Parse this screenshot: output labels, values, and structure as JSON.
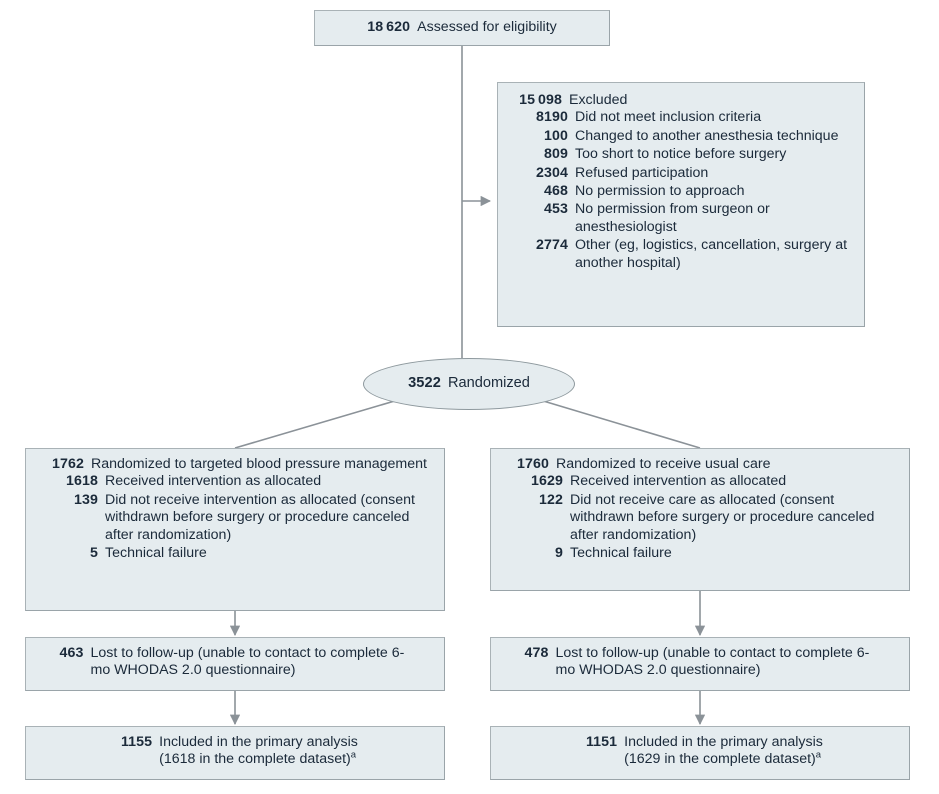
{
  "figure": {
    "type": "consort-flow-diagram",
    "title": "",
    "colors": {
      "box_fill": "#e5ecef",
      "box_border": "#a9b2b6",
      "connector": "#8b9298",
      "text": "#1b2a3a"
    }
  },
  "nodes": {
    "assessed": {
      "id": "assessed-for-eligibility",
      "number": "18 620",
      "label": "Assessed for eligibility"
    },
    "excluded": {
      "id": "excluded",
      "number": "15 098",
      "label": "Excluded",
      "reasons": [
        {
          "number": "8190",
          "label": "Did not meet inclusion criteria"
        },
        {
          "number": "100",
          "label": "Changed to another anesthesia technique"
        },
        {
          "number": "809",
          "label": "Too short to notice before surgery"
        },
        {
          "number": "2304",
          "label": "Refused participation"
        },
        {
          "number": "468",
          "label": "No permission to approach"
        },
        {
          "number": "453",
          "label": "No permission from surgeon or anesthesiologist"
        },
        {
          "number": "2774",
          "label": "Other (eg, logistics, cancellation, surgery at another hospital)"
        }
      ]
    },
    "randomized": {
      "id": "randomized",
      "number": "3522",
      "label": "Randomized"
    },
    "arm_left": {
      "id": "allocation-targeted-bp",
      "number": "1762",
      "label": "Randomized to targeted blood pressure management",
      "details": [
        {
          "number": "1618",
          "label": "Received intervention as allocated"
        },
        {
          "number": "139",
          "label": "Did not receive intervention as allocated (consent withdrawn before surgery or procedure canceled after randomization)"
        },
        {
          "number": "5",
          "label": "Technical failure"
        }
      ]
    },
    "arm_right": {
      "id": "allocation-usual-care",
      "number": "1760",
      "label": "Randomized to receive usual care",
      "details": [
        {
          "number": "1629",
          "label": "Received intervention as allocated"
        },
        {
          "number": "122",
          "label": "Did not receive care as allocated (consent withdrawn before surgery or procedure canceled after randomization)"
        },
        {
          "number": "9",
          "label": "Technical failure"
        }
      ]
    },
    "lost_left": {
      "id": "lost-to-followup-left",
      "number": "463",
      "label": "Lost to follow-up (unable to contact to complete 6-mo WHODAS 2.0 questionnaire)"
    },
    "lost_right": {
      "id": "lost-to-followup-right",
      "number": "478",
      "label": "Lost to follow-up (unable to contact to complete 6-mo WHODAS 2.0 questionnaire)"
    },
    "final_left": {
      "id": "included-primary-analysis-left",
      "number": "1155",
      "label": "Included in the primary analysis",
      "sublabel": "(1618 in the complete dataset)",
      "footnote_marker": "a"
    },
    "final_right": {
      "id": "included-primary-analysis-right",
      "number": "1151",
      "label": "Included in the primary analysis",
      "sublabel": "(1629 in the complete dataset)",
      "footnote_marker": "a"
    }
  }
}
